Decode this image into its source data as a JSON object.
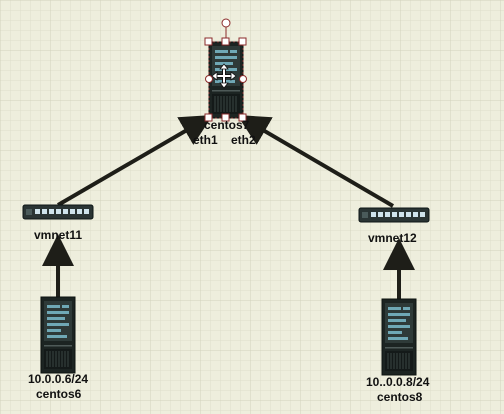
{
  "colors": {
    "background": "#eeeedd",
    "grid_minor": "#dedecb",
    "grid_major": "#d2d2bd",
    "link": "#1e1e18",
    "device_dark": "#1c2422",
    "device_panel": "#2e3a38",
    "device_slot": "#6fa8b5",
    "switch_body": "#2a3434",
    "switch_port": "#cfe3ec",
    "selection_fill": "#ffffff",
    "selection_stroke": "#8a2a2a"
  },
  "icons": {
    "server": "server-icon",
    "switch": "switch-icon",
    "move": "move-cursor-icon"
  },
  "nodes": {
    "centos7": {
      "name": "centos7",
      "iface_left": "eth1",
      "iface_right": "eth2",
      "selected": true
    },
    "vmnet11": {
      "name": "vmnet11"
    },
    "vmnet12": {
      "name": "vmnet12"
    },
    "centos6": {
      "name": "centos6",
      "ip": "10.0.0.6/24"
    },
    "centos8": {
      "name": "centos8",
      "ip": "10..0.0.8/24"
    }
  }
}
